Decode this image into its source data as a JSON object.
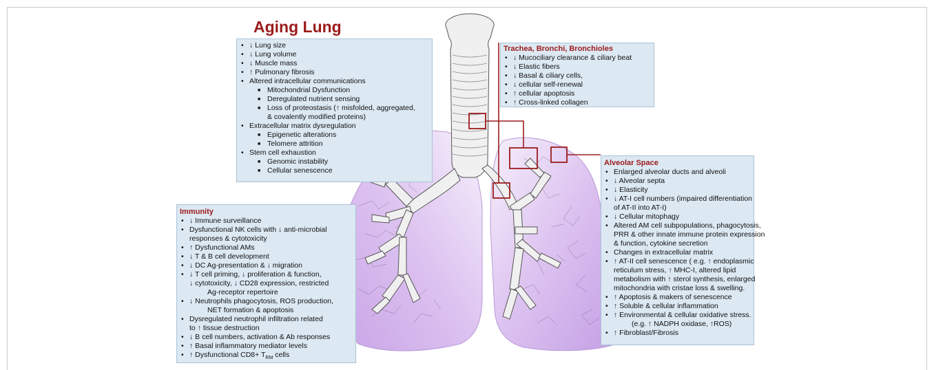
{
  "title": "Aging Lung",
  "aging_lung": {
    "items": [
      {
        "text": "↓ Lung size",
        "level": 0
      },
      {
        "text": "↓ Lung volume",
        "level": 0
      },
      {
        "text": "↓ Muscle mass",
        "level": 0
      },
      {
        "text": "↑ Pulmonary fibrosis",
        "level": 0
      },
      {
        "text": "Altered intracellular communications",
        "level": 0
      },
      {
        "text": "Mitochondrial Dysfunction",
        "level": 1
      },
      {
        "text": "Deregulated nutrient sensing",
        "level": 1
      },
      {
        "text": "Loss of proteostasis (↑ misfolded, aggregated,",
        "level": 1
      },
      {
        "text": "& covalently modified proteins)",
        "level": 2
      },
      {
        "text": "Extracellular matrix dysregulation",
        "level": 0
      },
      {
        "text": "Epigenetic alterations",
        "level": 1
      },
      {
        "text": "Telomere attrition",
        "level": 1
      },
      {
        "text": "Stem cell exhaustion",
        "level": 0
      },
      {
        "text": "Genomic instability",
        "level": 1
      },
      {
        "text": "Cellular senescence",
        "level": 1
      }
    ]
  },
  "trachea": {
    "heading": "Trachea, Bronchi, Bronchioles",
    "items": [
      {
        "text": "↓ Mucociliary clearance & ciliary beat",
        "level": 0
      },
      {
        "text": "↓ Elastic fibers",
        "level": 0
      },
      {
        "text": "↓ Basal & ciliary cells,",
        "level": 0
      },
      {
        "text": "↓ cellular self-renewal",
        "level": 0
      },
      {
        "text": "↑ cellular apoptosis",
        "level": 0
      },
      {
        "text": "↑ Cross-linked collagen",
        "level": 0
      }
    ]
  },
  "immunity": {
    "heading": "Immunity",
    "items": [
      {
        "text": "↓ Immune surveillance",
        "level": 0
      },
      {
        "text": "Dysfunctional NK cells with ↓ anti-microbial",
        "level": 0
      },
      {
        "text": "responses & cytotoxicity",
        "level": 3
      },
      {
        "text": "↑ Dysfunctional AMs",
        "level": 0
      },
      {
        "text": "↓ T & B cell development",
        "level": 0
      },
      {
        "text": "↓ DC Ag-presentation & ↓ migration",
        "level": 0
      },
      {
        "text": "↓ T cell priming, ↓ proliferation & function,",
        "level": 0
      },
      {
        "text": "↓ cytotoxicity, ↓ CD28 expression, restricted",
        "level": 3
      },
      {
        "text": "Ag-receptor repertoire",
        "level": 2
      },
      {
        "text": "↓ Neutrophils phagocytosis, ROS production,",
        "level": 0
      },
      {
        "text": "NET formation & apoptosis",
        "level": 2
      },
      {
        "text": "Dysregulated neutrophil infiltration related",
        "level": 0
      },
      {
        "text": "to ↑ tissue destruction",
        "level": 3
      },
      {
        "text": "↓ B cell numbers, activation & Ab responses",
        "level": 0
      },
      {
        "text": "↑ Basal inflammatory mediator levels",
        "level": 0
      }
    ],
    "last_item_prefix": "↑ Dysfunctional CD8+ T",
    "last_item_sub": "RM",
    "last_item_suffix": " cells"
  },
  "alveolar": {
    "heading": "Alveolar Space",
    "items": [
      {
        "text": "Enlarged alveolar ducts and alveoli",
        "level": 0
      },
      {
        "text": "↓ Alveolar septa",
        "level": 0
      },
      {
        "text": "↓ Elasticity",
        "level": 0
      },
      {
        "text": "↓ AT-I cell numbers (impaired  differentiation",
        "level": 0
      },
      {
        "text": "of AT-II into AT-I)",
        "level": 3
      },
      {
        "text": "↓ Cellular mitophagy",
        "level": 0
      },
      {
        "text": "Altered AM cell subpopulations, phagocytosis,",
        "level": 0
      },
      {
        "text": "PRR & other innate immune protein expression",
        "level": 3
      },
      {
        "text": "& function, cytokine secretion",
        "level": 3
      },
      {
        "text": "Changes in extracellular  matrix",
        "level": 0
      },
      {
        "text": "↑ AT-II cell senescence ( e.g. ↑ endoplasmic",
        "level": 0
      },
      {
        "text": "reticulum stress, ↑ MHC-I, altered lipid",
        "level": 3
      },
      {
        "text": "metabolism with ↑ sterol synthesis, enlarged",
        "level": 3
      },
      {
        "text": "mitochondria with cristae loss & swelling.",
        "level": 3
      },
      {
        "text": "↑ Apoptosis & makers of senescence",
        "level": 0
      },
      {
        "text": "↑ Soluble & cellular inflammation",
        "level": 0
      },
      {
        "text": "↑  Environmental & cellular oxidative stress.",
        "level": 0
      },
      {
        "text": "(e.g. ↑ NADPH oxidase, ↑ROS)",
        "level": 2
      },
      {
        "text": "↑ Fibroblast/Fibrosis",
        "level": 0
      }
    ]
  },
  "colors": {
    "title_red": "#9b1b1b",
    "box_fill": "#dce8f2",
    "lung_purple": "#c9a4e6",
    "connector_red": "#9b1b1b"
  }
}
